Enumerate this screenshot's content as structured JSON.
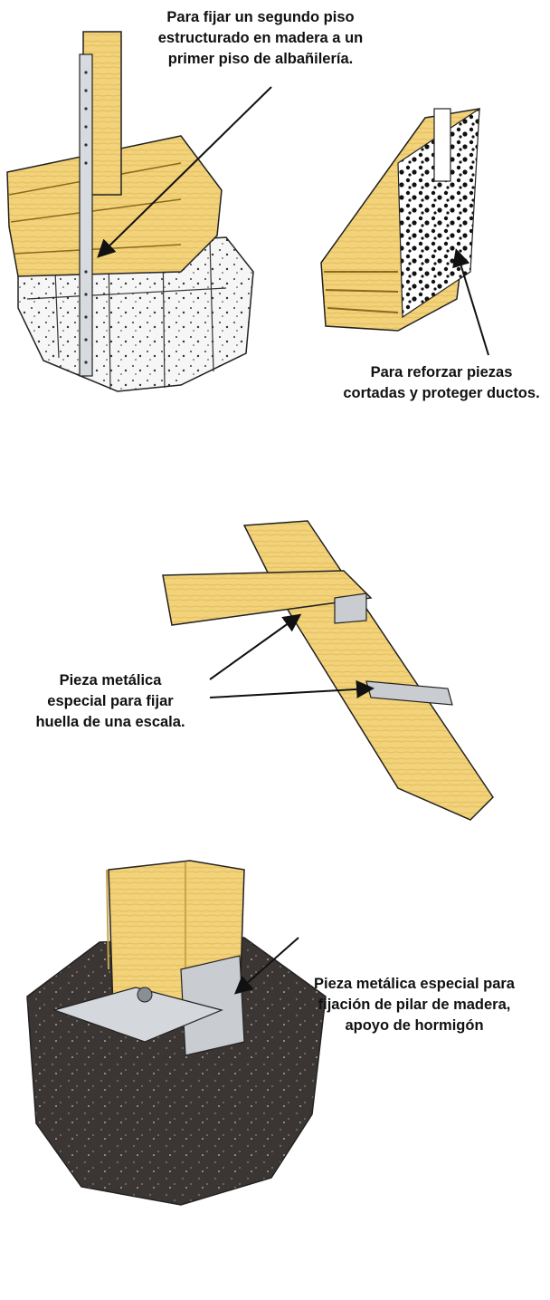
{
  "captions": {
    "top_left": [
      "Para fijar un segundo piso",
      "estructurado en madera a un",
      "primer piso de albañilería."
    ],
    "top_right": [
      "Para reforzar piezas",
      "cortadas y proteger ductos."
    ],
    "middle": [
      "Pieza metálica",
      "especial para fijar",
      "huella de una escala."
    ],
    "bottom": [
      "Pieza metálica especial para",
      "fijación de pilar de madera,",
      "apoyo de hormigón"
    ]
  },
  "colors": {
    "wood": "#f2d27a",
    "wood_dark": "#d9b24e",
    "masonry": "#f4f4f4",
    "metal": "#c9ccd0",
    "concrete": "#3b3633",
    "ink": "#111111"
  },
  "icons": {
    "strap_wall": "metal-strap-icon",
    "duct_reinforcement": "reinforcement-plate-icon",
    "stair_tread": "stair-bracket-icon",
    "post_base": "post-base-icon"
  }
}
